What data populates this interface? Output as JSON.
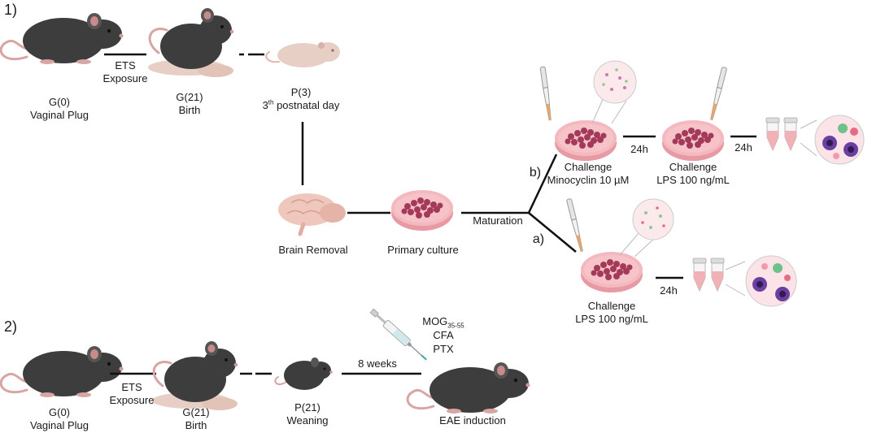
{
  "section1": {
    "number": "1)",
    "g0": {
      "day": "G(0)",
      "label": "Vaginal Plug"
    },
    "exposure": {
      "line1": "ETS",
      "line2": "Exposure"
    },
    "g21": {
      "day": "G(21)",
      "label": "Birth"
    },
    "p3": {
      "day": "P(3)",
      "ordinal": "3",
      "ordinal_suffix": "th",
      "label_rest": " postnatal day"
    },
    "brain_removal": "Brain Removal",
    "primary_culture": "Primary culture",
    "maturation": "Maturation",
    "branch_b": {
      "marker": "b)",
      "challenge1": {
        "line1": "Challenge",
        "line2": "Minocyclin 10 µM"
      },
      "interval1": "24h",
      "challenge2": {
        "line1": "Challenge",
        "line2": "LPS 100 ng/mL"
      },
      "interval2": "24h"
    },
    "branch_a": {
      "marker": "a)",
      "challenge": {
        "line1": "Challenge",
        "line2": "LPS 100 ng/mL"
      },
      "interval": "24h"
    }
  },
  "section2": {
    "number": "2)",
    "g0": {
      "day": "G(0)",
      "label": "Vaginal Plug"
    },
    "exposure": {
      "line1": "ETS",
      "line2": "Exposure"
    },
    "g21": {
      "day": "G(21)",
      "label": "Birth"
    },
    "p21": {
      "day": "P(21)",
      "label": "Weaning"
    },
    "interval": "8 weeks",
    "mog": {
      "base": "MOG",
      "subscript": "35-55"
    },
    "cfa": "CFA",
    "ptx": "PTX",
    "eae": "EAE induction"
  },
  "colors": {
    "mouse_fur": "#3d3d3d",
    "mouse_tail": "#d9a4a4",
    "pup": "#e8cfc6",
    "dish": "#f3b9bf",
    "cells": "#a43a5a",
    "brain": "#efc7bd",
    "connector": "#111111",
    "tip_fill": "#e8a66a"
  }
}
